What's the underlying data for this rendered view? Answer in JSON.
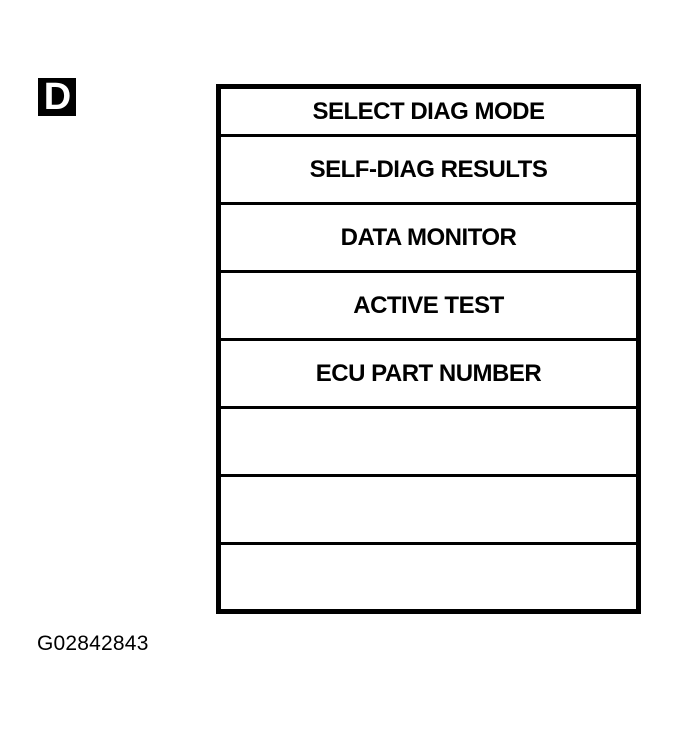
{
  "badge": {
    "letter": "D"
  },
  "menu": {
    "rows": [
      {
        "label": "SELECT DIAG MODE"
      },
      {
        "label": "SELF-DIAG RESULTS"
      },
      {
        "label": "DATA MONITOR"
      },
      {
        "label": "ACTIVE TEST"
      },
      {
        "label": "ECU PART NUMBER"
      },
      {
        "label": ""
      },
      {
        "label": ""
      },
      {
        "label": ""
      }
    ]
  },
  "caption": {
    "figure_id": "G02842843"
  },
  "colors": {
    "ink": "#000000",
    "paper": "#ffffff"
  }
}
